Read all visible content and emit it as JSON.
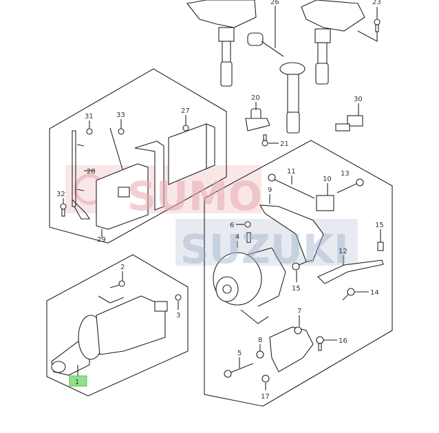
{
  "diagram": {
    "watermark": {
      "line1": "SUMO",
      "line2": "SUZUKI"
    },
    "highlight_color": "#8fe08a",
    "labels": {
      "p1": "1",
      "p2": "2",
      "p3": "3",
      "p4": "4",
      "p5": "5",
      "p6": "6",
      "p7": "7",
      "p8": "8",
      "p9": "9",
      "p10": "10",
      "p11": "11",
      "p12": "12",
      "p13": "13",
      "p14": "14",
      "p15a": "15",
      "p15b": "15",
      "p16": "16",
      "p17": "17",
      "p20": "20",
      "p21": "21",
      "p23": "23",
      "p26": "26",
      "p27": "27",
      "p28": "28",
      "p29": "29",
      "p30": "30",
      "p31": "31",
      "p32": "32",
      "p33": "33"
    }
  }
}
